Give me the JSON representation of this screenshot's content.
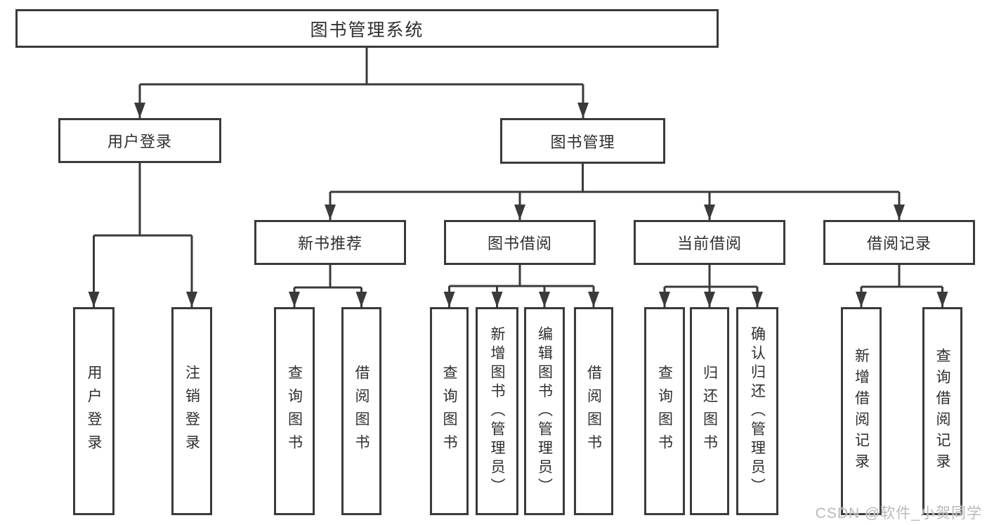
{
  "diagram": {
    "title": "图书管理系统",
    "nodes": {
      "root": "图书管理系统",
      "user_login": "用户登录",
      "book_mgmt": "图书管理",
      "new_book_rec": "新书推荐",
      "book_borrow": "图书借阅",
      "current_borrow": "当前借阅",
      "borrow_record": "借阅记录",
      "ul_login": "用户登录",
      "ul_logout": "注销登录",
      "nb_query": "查询图书",
      "nb_borrow": "借阅图书",
      "bb_query": "查询图书",
      "bb_add": "新增图书（管理员）",
      "bb_edit": "编辑图书（管理员）",
      "bb_borrow": "借阅图书",
      "cb_query": "查询图书",
      "cb_return": "归还图书",
      "cb_confirm": "确认归还（管理员）",
      "br_add": "新增借阅记录",
      "br_query": "查询借阅记录"
    },
    "colors": {
      "line": "#3a3a3a",
      "box_fill": "#ffffff",
      "text": "#2f2f2f",
      "watermark": "#b9b9b9"
    },
    "watermark": "CSDN @软件_小贺同学"
  }
}
